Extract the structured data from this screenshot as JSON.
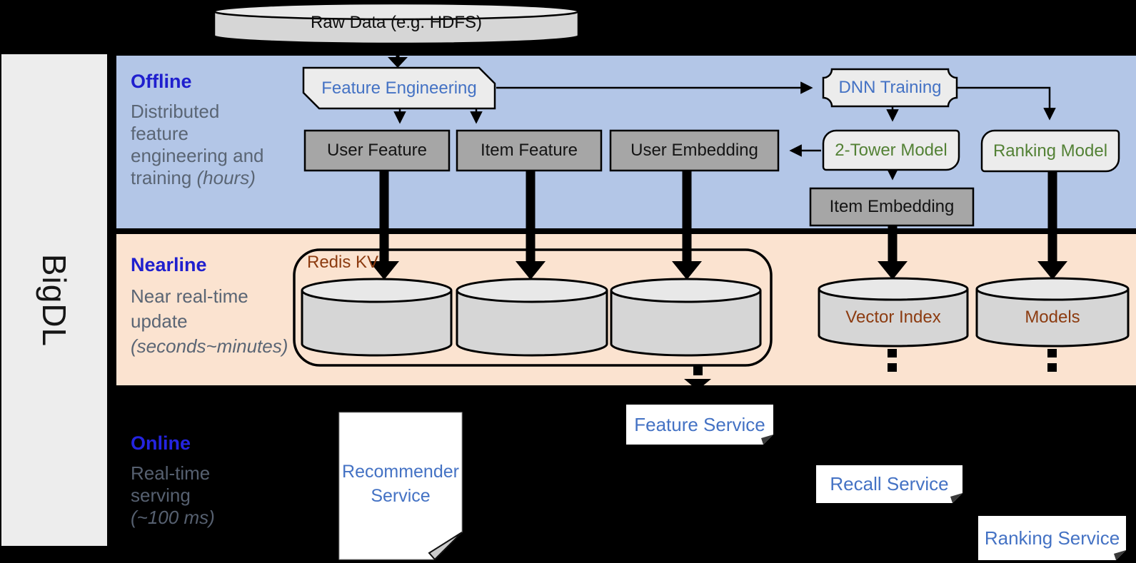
{
  "brand": {
    "logo": "BigDL"
  },
  "datasource": {
    "label": "Raw Data (e.g. HDFS)"
  },
  "sections": {
    "offline": {
      "title": "Offline",
      "description": "Distributed feature engineering and training",
      "description_note": "(hours)"
    },
    "nearline": {
      "title": "Nearline",
      "description": "Near real-time update",
      "description_note": "(seconds~minutes)",
      "group_label": "Redis KV",
      "stores": {
        "vector_index": "Vector Index",
        "models": "Models"
      }
    },
    "online": {
      "title": "Online",
      "description": "Real-time serving",
      "description_note": "(~100 ms)",
      "services": {
        "recommender": "Recommender Service",
        "feature": "Feature Service",
        "recall": "Recall Service",
        "ranking": "Ranking Service"
      }
    }
  },
  "offline_nodes": {
    "feature_engineering": "Feature Engineering",
    "dnn_training": "DNN Training",
    "user_feature": "User Feature",
    "item_feature": "Item Feature",
    "user_embedding": "User Embedding",
    "two_tower_model": "2-Tower Model",
    "ranking_model": "Ranking Model",
    "item_embedding": "Item Embedding"
  },
  "colors": {
    "background": "#000000",
    "sidebar": "#ededed",
    "offline_band": "#b3c6e7",
    "nearline_band": "#fbe3d0",
    "heading_blue": "#1f1fce",
    "online_heading_blue": "#2424e0",
    "description_gray": "#5a6574",
    "node_blue_text": "#4472c4",
    "node_green_text": "#538135",
    "store_brown_text": "#8c3b10",
    "dark_node_fill": "#a6a6a6",
    "light_node_fill": "#ececec",
    "cylinder_fill": "#d6d6d6"
  }
}
